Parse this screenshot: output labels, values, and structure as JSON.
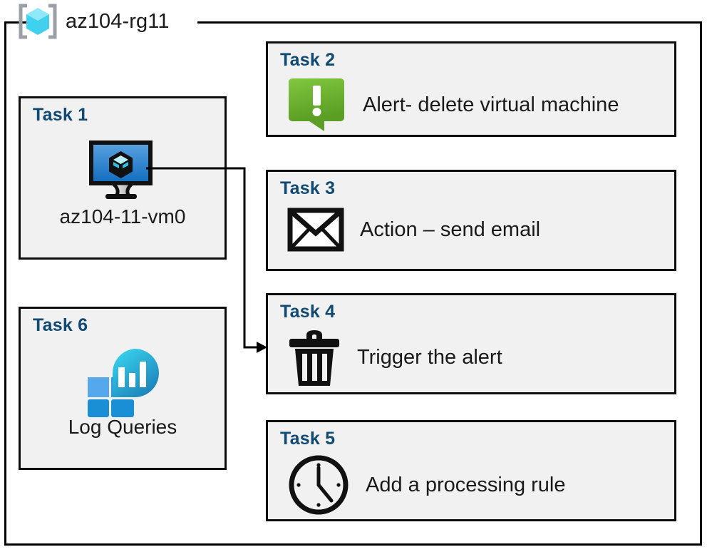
{
  "resource_group": {
    "name": "az104-rg11",
    "icon": "azure-resource-group-icon"
  },
  "colors": {
    "task_title": "#104a73",
    "card_background": "#f1f1f1",
    "card_border": "#0d0d0d",
    "alert_green_light": "#7cc142",
    "alert_green_dark": "#5a9e24",
    "vm_blue_light": "#5ba3e0",
    "vm_blue_dark": "#0f6cbd",
    "log_cyan": "#32cfe8",
    "log_blue": "#1b8fd6",
    "rg_cube_cyan": "#69e0f5",
    "bracket_gray": "#9aa0a6",
    "connector": "#000000"
  },
  "cards": [
    {
      "id": "task-1",
      "title": "Task 1",
      "caption": "az104-11-vm0",
      "icon": "virtual-machine-icon",
      "column": "left"
    },
    {
      "id": "task-6",
      "title": "Task 6",
      "caption": "Log Queries",
      "icon": "log-analytics-icon",
      "column": "left"
    },
    {
      "id": "task-2",
      "title": "Task 2",
      "label": "Alert- delete virtual machine",
      "icon": "alert-speech-bubble-icon",
      "column": "right"
    },
    {
      "id": "task-3",
      "title": "Task 3",
      "label": "Action – send email",
      "icon": "envelope-icon",
      "column": "right"
    },
    {
      "id": "task-4",
      "title": "Task 4",
      "label": "Trigger the alert",
      "icon": "trash-can-icon",
      "column": "right"
    },
    {
      "id": "task-5",
      "title": "Task 5",
      "label": "Add a processing rule",
      "icon": "clock-icon",
      "column": "right"
    }
  ],
  "connector": {
    "name": "vm-to-task4-arrow",
    "from": "task-1",
    "to": "task-4",
    "style": "orthogonal-arrow"
  }
}
